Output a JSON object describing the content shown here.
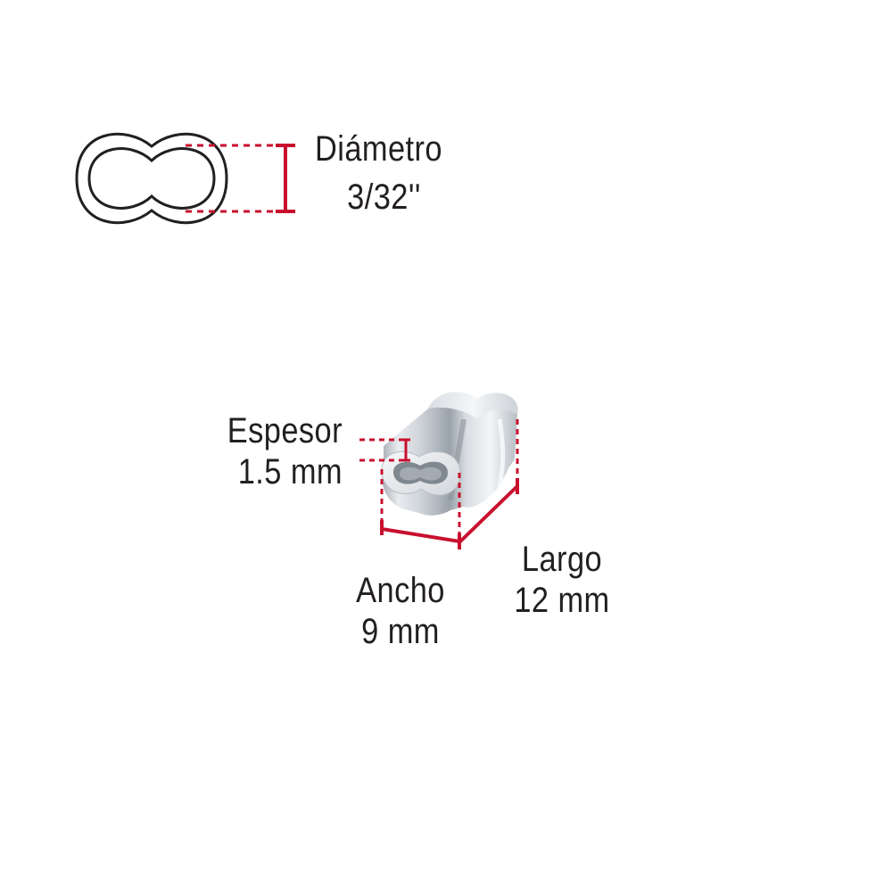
{
  "colors": {
    "accent": "#c8102e",
    "outline": "#231f20",
    "text": "#231f20",
    "metal_light": "#eef1f4",
    "metal_mid": "#c6ccd2",
    "metal_dark": "#8e969e"
  },
  "icons": {
    "cross_section": "figure-eight-sleeve-icon",
    "product": "aluminum-sleeve-icon"
  },
  "labels": {
    "diameter": {
      "title": "Diámetro",
      "value": "3/32''"
    },
    "thickness": {
      "title": "Espesor",
      "value": "1.5 mm"
    },
    "width": {
      "title": "Ancho",
      "value": "9 mm"
    },
    "length": {
      "title": "Largo",
      "value": "12 mm"
    }
  }
}
